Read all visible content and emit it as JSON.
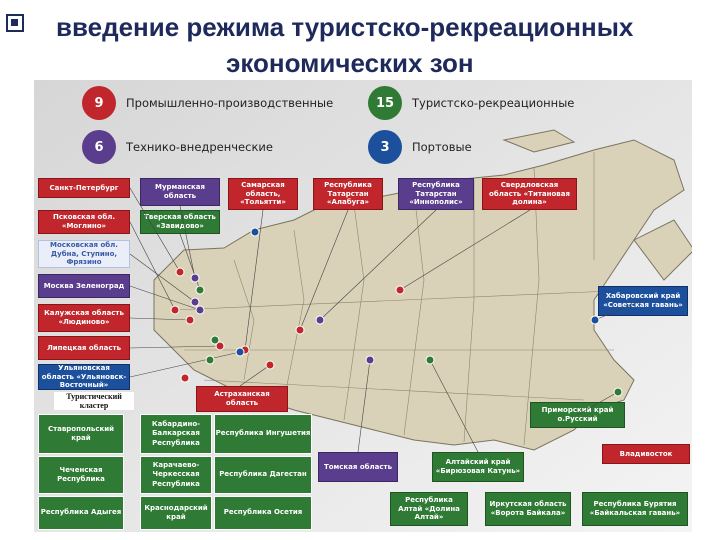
{
  "title": {
    "line1": "введение режима туристско-рекреационных",
    "line2": "экономических зон"
  },
  "legend": [
    {
      "count": "9",
      "label": "Промышленно-производственные",
      "color": "#c0262b"
    },
    {
      "count": "6",
      "label": "Технико-внедренческие",
      "color": "#5a3d8c"
    },
    {
      "count": "15",
      "label": "Туристско-рекреационные",
      "color": "#2f7a34"
    },
    {
      "count": "3",
      "label": "Портовые",
      "color": "#1c4f9c"
    }
  ],
  "boxes": {
    "spb": "Санкт-Петербург",
    "murmansk": "Мурманская область",
    "samara": "Самарская область, «Тольятти»",
    "tatarstan_alabuga": "Республика Татарстан «Алабуга»",
    "tatarstan_innopolis": "Республика Татарстан «Иннополис»",
    "sverdlovsk": "Свердловская область «Титановая долина»",
    "pskov": "Псковская обл. «Моглино»",
    "tver": "Тверская область «Завидово»",
    "moscow_obl": "Московская обл. Дубна, Ступино, Фрязино",
    "moscow_zel": "Москва Зеленоград",
    "kaluga": "Калужская область «Людиново»",
    "lipetsk": "Липецкая область",
    "ulyanovsk": "Ульяновская область «Ульяновск-Восточный»",
    "astrakhan": "Астраханская область",
    "khabarovsk": "Хабаровский край «Советская гавань»",
    "primorsky": "Приморский край о.Русский",
    "vladivostok": "Владивосток",
    "tomsk": "Томская область",
    "altai_krai": "Алтайский край «Бирюзовая Катунь»",
    "altai_rep": "Республика Алтай «Долина Алтай»",
    "irkutsk": "Иркутская область «Ворота Байкала»",
    "buryatia": "Республика Бурятия «Байкальская гавань»"
  },
  "cluster": {
    "label": "Туристический кластер",
    "stavropol": "Ставропольский край",
    "kbr": "Кабардино-Балкарская Республика",
    "ingush": "Республика Ингушетия",
    "chechen": "Чеченская Республика",
    "kchr": "Карачаево-Черкесская Республика",
    "dagestan": "Республика Дагестан",
    "adygea": "Республика Адыгея",
    "krasnodar": "Краснодарский край",
    "osetia": "Республика Осетия"
  }
}
